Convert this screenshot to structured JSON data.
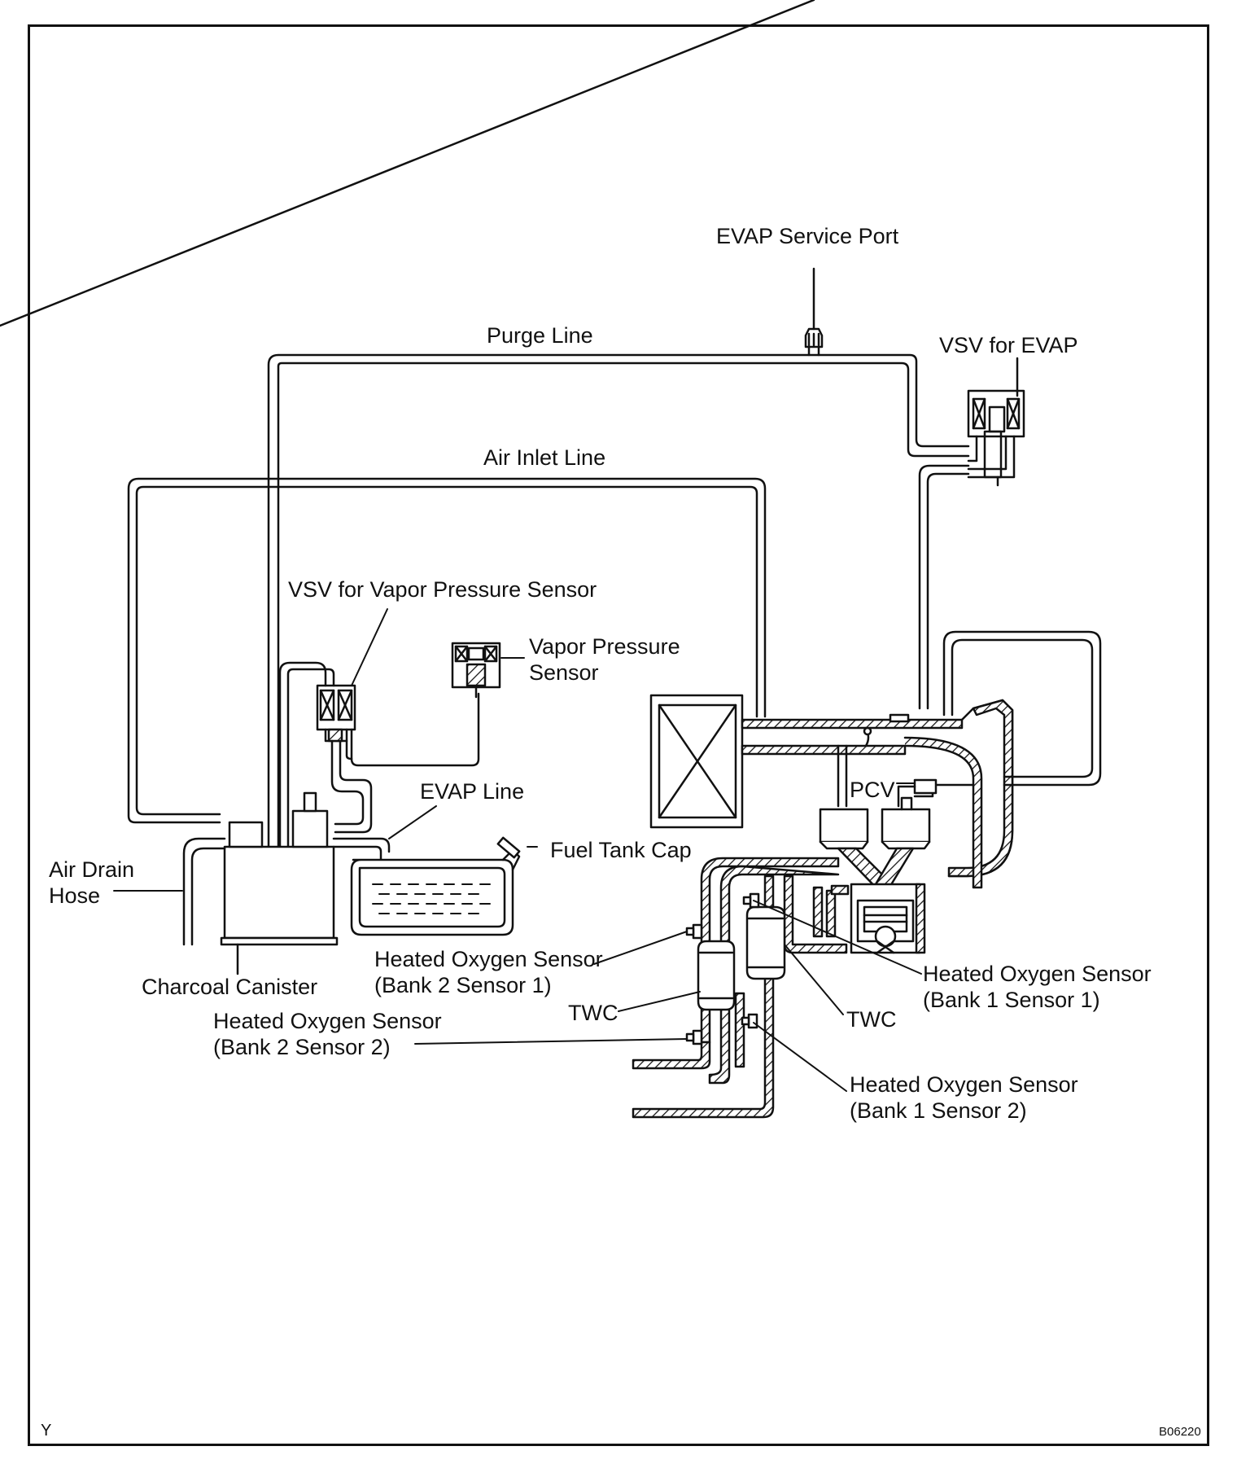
{
  "labels": {
    "evap_service_port": "EVAP Service Port",
    "purge_line": "Purge Line",
    "vsv_for_evap": "VSV for EVAP",
    "air_inlet_line": "Air Inlet Line",
    "vsv_for_vapor_pressure_sensor": "VSV for Vapor Pressure Sensor",
    "vapor_pressure_sensor": [
      "Vapor Pressure",
      "Sensor"
    ],
    "evap_line": "EVAP Line",
    "pcv": "PCV",
    "fuel_tank_cap": "Fuel Tank Cap",
    "air_drain_hose": [
      "Air Drain",
      "Hose"
    ],
    "charcoal_canister": "Charcoal Canister",
    "ho2s_bank2_sensor1": [
      "Heated Oxygen Sensor",
      "(Bank 2 Sensor 1)"
    ],
    "ho2s_bank1_sensor1": [
      "Heated Oxygen Sensor",
      "(Bank 1 Sensor 1)"
    ],
    "twc_left": "TWC",
    "twc_right": "TWC",
    "ho2s_bank2_sensor2": [
      "Heated Oxygen Sensor",
      "(Bank 2 Sensor 2)"
    ],
    "ho2s_bank1_sensor2": [
      "Heated Oxygen Sensor",
      "(Bank 1 Sensor 2)"
    ],
    "corner_mark": "Y",
    "figure_code": "B06220"
  }
}
